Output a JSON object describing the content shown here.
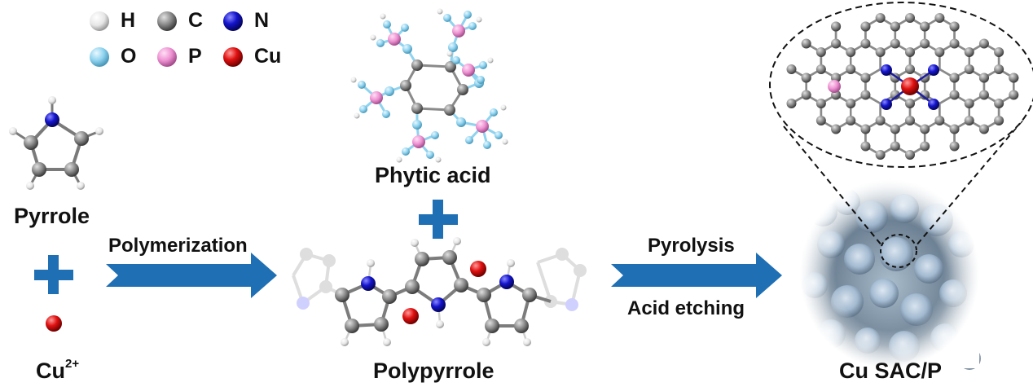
{
  "legend": [
    {
      "symbol": "H",
      "color": "#e8e8e8"
    },
    {
      "symbol": "C",
      "color": "#8c8c8c"
    },
    {
      "symbol": "N",
      "color": "#1414d2"
    },
    {
      "symbol": "O",
      "color": "#8fd3ef"
    },
    {
      "symbol": "P",
      "color": "#ee92d2"
    },
    {
      "symbol": "Cu",
      "color": "#e01010"
    }
  ],
  "labels": {
    "pyrrole": "Pyrrole",
    "cu_ion": "Cu",
    "cu_ion_charge": "2+",
    "phytic_acid": "Phytic acid",
    "polypyrrole": "Polypyrrole",
    "product": "Cu SAC/P"
  },
  "steps": {
    "step1": "Polymerization",
    "step2_line1": "Pyrolysis",
    "step2_line2": "Acid etching"
  },
  "colors": {
    "arrow": "#1f6fb4",
    "plus": "#1f6fb4",
    "bond_gray": "#777777"
  }
}
